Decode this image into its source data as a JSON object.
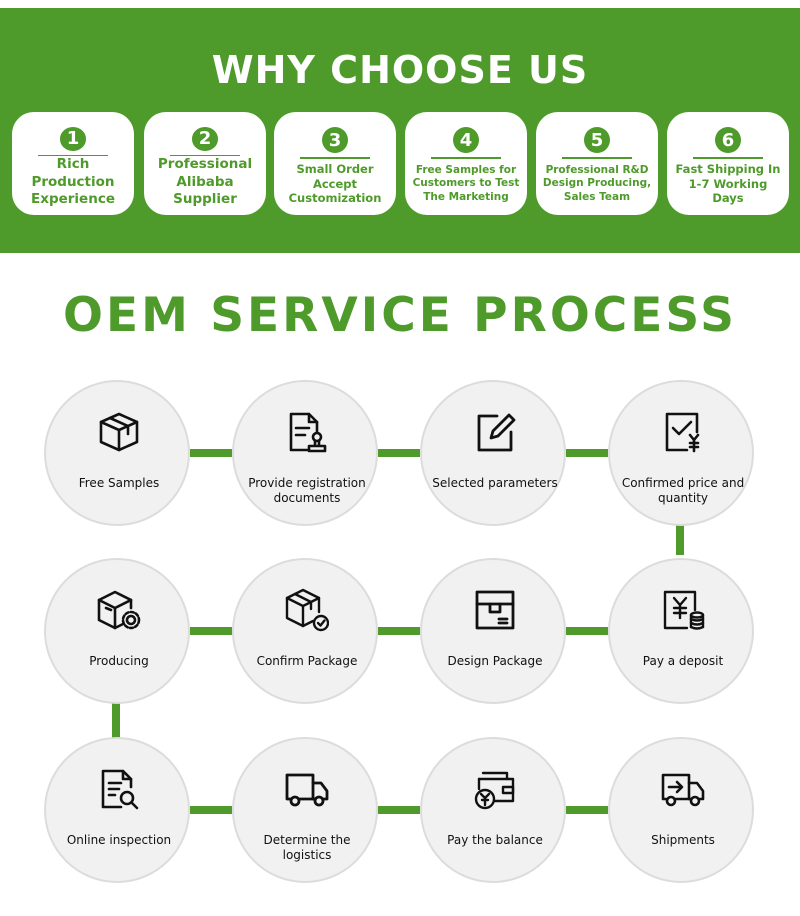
{
  "why": {
    "title": "WHY CHOOSE US",
    "items": [
      {
        "num": "1",
        "text": "Rich Production Experience"
      },
      {
        "num": "2",
        "text": "Professional Alibaba Supplier"
      },
      {
        "num": "3",
        "text": "Small Order Accept Customization"
      },
      {
        "num": "4",
        "text": "Free Samples for Customers to Test The Marketing"
      },
      {
        "num": "5",
        "text": "Professional R&D Design Producing, Sales Team"
      },
      {
        "num": "6",
        "text": "Fast Shipping In 1-7 Working Days"
      }
    ]
  },
  "oem": {
    "title": "OEM SERVICE PROCESS",
    "steps": [
      {
        "label": "Free Samples",
        "icon": "box-icon"
      },
      {
        "label": "Provide registration documents",
        "icon": "document-stamp-icon"
      },
      {
        "label": "Selected parameters",
        "icon": "edit-icon"
      },
      {
        "label": "Confirmed price and quantity",
        "icon": "checklist-yen-icon"
      },
      {
        "label": "Pay a deposit",
        "icon": "yen-coins-icon"
      },
      {
        "label": "Design Package",
        "icon": "package-design-icon"
      },
      {
        "label": "Confirm Package",
        "icon": "box-check-icon"
      },
      {
        "label": "Producing",
        "icon": "box-gear-icon"
      },
      {
        "label": "Online inspection",
        "icon": "document-search-icon"
      },
      {
        "label": "Determine the logistics",
        "icon": "truck-icon"
      },
      {
        "label": "Pay the balance",
        "icon": "wallet-yen-icon"
      },
      {
        "label": "Shipments",
        "icon": "delivery-truck-icon"
      }
    ]
  },
  "colors": {
    "accent": "#4e9a2a",
    "circle_bg": "#f1f1f1"
  }
}
